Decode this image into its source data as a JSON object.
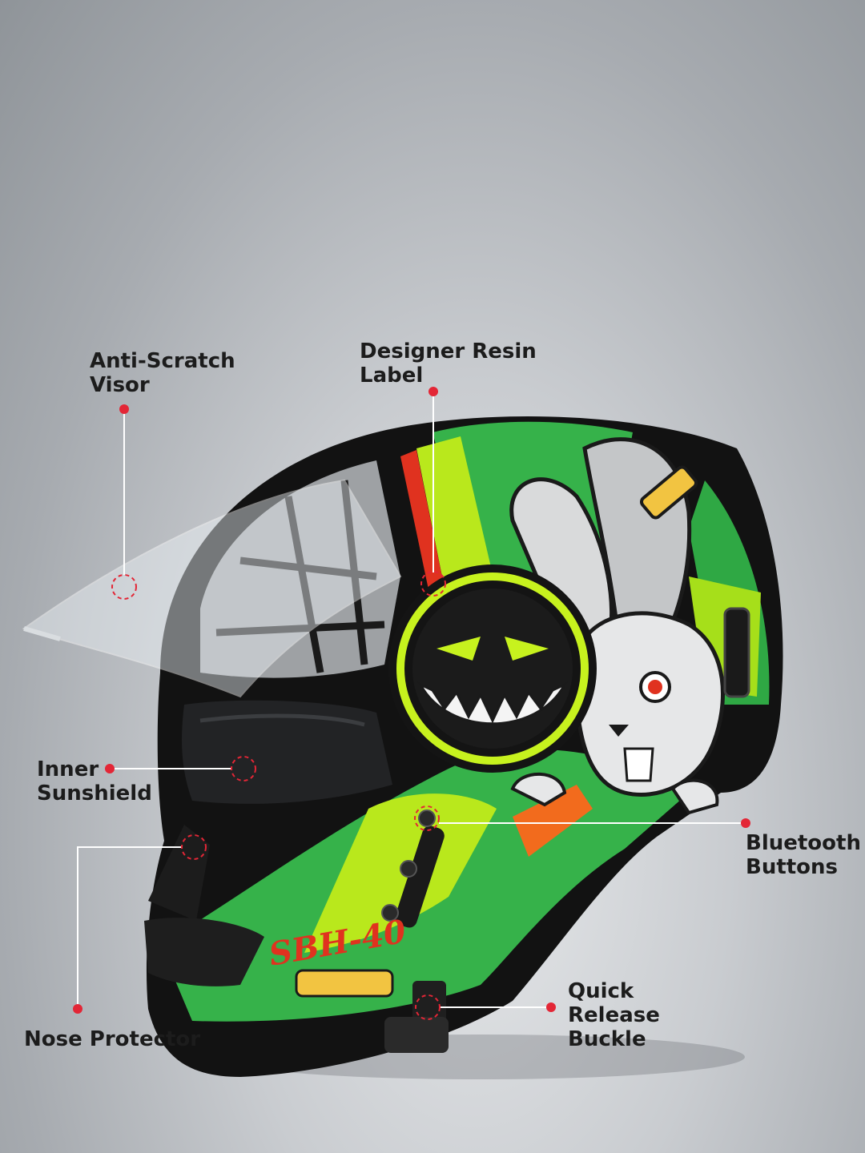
{
  "callouts": {
    "anti_scratch_visor": "Anti-Scratch\nVisor",
    "designer_resin_label": "Designer Resin\nLabel",
    "inner_sunshield": "Inner\nSunshield",
    "bluetooth_buttons": "Bluetooth\nButtons",
    "nose_protector": "Nose Protector",
    "quick_release_buckle": "Quick\nRelease\nBuckle"
  },
  "helmet_graphic_text": "SBH-40",
  "colors": {
    "callout_red": "#e32636",
    "helmet_green": "#36b24a",
    "helmet_lime": "#b9e81c",
    "helmet_black": "#121212",
    "accent_orange": "#f26b1d"
  }
}
